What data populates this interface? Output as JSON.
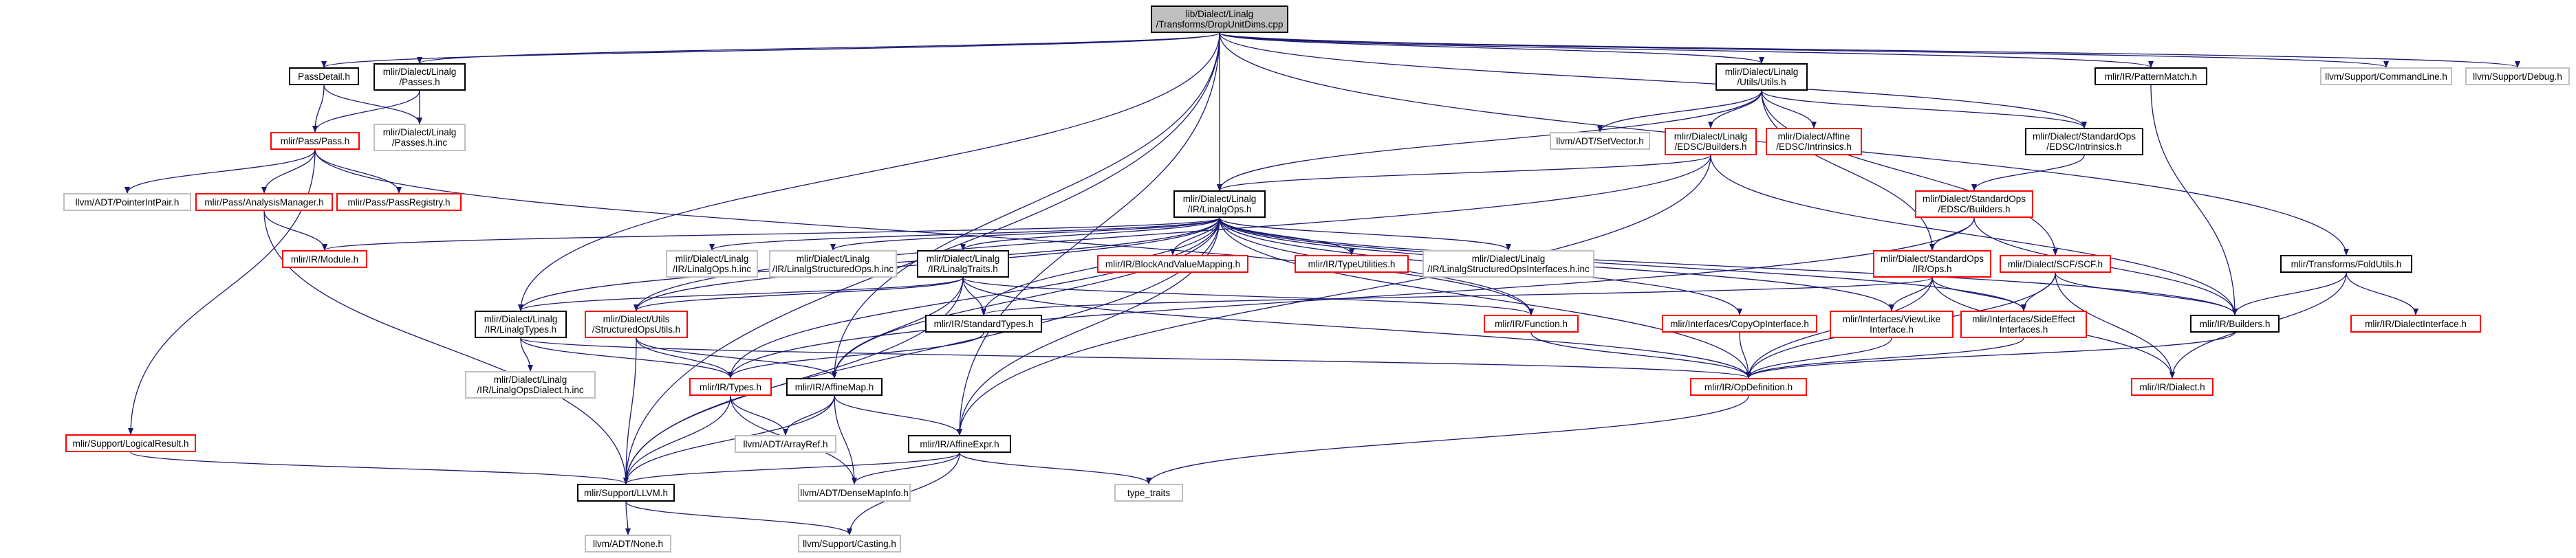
{
  "colors": {
    "edge_main": "#191970",
    "edge_red": "#ff0000",
    "edge_gray": "#bfbfbf",
    "border_normal": "#000000",
    "border_missing": "#ff0000",
    "border_external": "#bfbfbf",
    "root_fill": "#bfbfbf"
  },
  "nodes": [
    {
      "id": "root",
      "label": "lib/Dialect/Linalg\n/Transforms/DropUnitDims.cpp",
      "style": "root"
    },
    {
      "id": "passdetail",
      "label": "PassDetail.h",
      "style": "normal"
    },
    {
      "id": "linalgpasses",
      "label": "mlir/Dialect/Linalg\n/Passes.h",
      "style": "normal"
    },
    {
      "id": "passes_inc",
      "label": "mlir/Dialect/Linalg\n/Passes.h.inc",
      "style": "gray"
    },
    {
      "id": "passh",
      "label": "mlir/Pass/Pass.h",
      "style": "red"
    },
    {
      "id": "ptrint",
      "label": "llvm/ADT/PointerIntPair.h",
      "style": "gray"
    },
    {
      "id": "analysis",
      "label": "mlir/Pass/AnalysisManager.h",
      "style": "red"
    },
    {
      "id": "passreg",
      "label": "mlir/Pass/PassRegistry.h",
      "style": "red"
    },
    {
      "id": "module",
      "label": "mlir/IR/Module.h",
      "style": "red"
    },
    {
      "id": "logical",
      "label": "mlir/Support/LogicalResult.h",
      "style": "red"
    },
    {
      "id": "llvmh",
      "label": "mlir/Support/LLVM.h",
      "style": "normal"
    },
    {
      "id": "none",
      "label": "llvm/ADT/None.h",
      "style": "gray"
    },
    {
      "id": "casting",
      "label": "llvm/Support/Casting.h",
      "style": "gray"
    },
    {
      "id": "densemap",
      "label": "llvm/ADT/DenseMapInfo.h",
      "style": "gray"
    },
    {
      "id": "typetraits",
      "label": "type_traits",
      "style": "gray"
    },
    {
      "id": "linalgtypes",
      "label": "mlir/Dialect/Linalg\n/IR/LinalgTypes.h",
      "style": "normal"
    },
    {
      "id": "dialect_inc",
      "label": "mlir/Dialect/Linalg\n/IR/LinalgOpsDialect.h.inc",
      "style": "gray"
    },
    {
      "id": "linalgops_inc",
      "label": "mlir/Dialect/Linalg\n/IR/LinalgOps.h.inc",
      "style": "gray"
    },
    {
      "id": "structops_inc",
      "label": "mlir/Dialect/Linalg\n/IR/LinalgStructuredOps.h.inc",
      "style": "gray"
    },
    {
      "id": "structuredutils",
      "label": "mlir/Dialect/Utils\n/StructuredOpsUtils.h",
      "style": "red"
    },
    {
      "id": "linalgtraits",
      "label": "mlir/Dialect/Linalg\n/IR/LinalgTraits.h",
      "style": "normal"
    },
    {
      "id": "stdtypes",
      "label": "mlir/IR/StandardTypes.h",
      "style": "normal"
    },
    {
      "id": "typesh",
      "label": "mlir/IR/Types.h",
      "style": "red"
    },
    {
      "id": "affinemap",
      "label": "mlir/IR/AffineMap.h",
      "style": "normal"
    },
    {
      "id": "arrayref",
      "label": "llvm/ADT/ArrayRef.h",
      "style": "gray"
    },
    {
      "id": "affineexpr",
      "label": "mlir/IR/AffineExpr.h",
      "style": "normal"
    },
    {
      "id": "linalgopsh",
      "label": "mlir/Dialect/Linalg\n/IR/LinalgOps.h",
      "style": "normal"
    },
    {
      "id": "blockvalue",
      "label": "mlir/IR/BlockAndValueMapping.h",
      "style": "red"
    },
    {
      "id": "typeutil",
      "label": "mlir/IR/TypeUtilities.h",
      "style": "red"
    },
    {
      "id": "structifaces",
      "label": "mlir/Dialect/Linalg\n/IR/LinalgStructuredOpsInterfaces.h.inc",
      "style": "gray"
    },
    {
      "id": "functionh",
      "label": "mlir/IR/Function.h",
      "style": "red"
    },
    {
      "id": "copyop",
      "label": "mlir/Interfaces/CopyOpInterface.h",
      "style": "red"
    },
    {
      "id": "viewlike",
      "label": "mlir/Interfaces/ViewLike\nInterface.h",
      "style": "red"
    },
    {
      "id": "sideeffect",
      "label": "mlir/Interfaces/SideEffect\nInterfaces.h",
      "style": "red"
    },
    {
      "id": "opdef",
      "label": "mlir/IR/OpDefinition.h",
      "style": "red"
    },
    {
      "id": "utilsh",
      "label": "mlir/Dialect/Linalg\n/Utils/Utils.h",
      "style": "normal"
    },
    {
      "id": "setvector",
      "label": "llvm/ADT/SetVector.h",
      "style": "gray"
    },
    {
      "id": "linalgedsc",
      "label": "mlir/Dialect/Linalg\n/EDSC/Builders.h",
      "style": "red"
    },
    {
      "id": "affineedsc",
      "label": "mlir/Dialect/Affine\n/EDSC/Intrinsics.h",
      "style": "red"
    },
    {
      "id": "stdedscintr",
      "label": "mlir/Dialect/StandardOps\n/EDSC/Intrinsics.h",
      "style": "normal"
    },
    {
      "id": "stdedscbuild",
      "label": "mlir/Dialect/StandardOps\n/EDSC/Builders.h",
      "style": "red"
    },
    {
      "id": "stdops",
      "label": "mlir/Dialect/StandardOps\n/IR/Ops.h",
      "style": "red"
    },
    {
      "id": "scfh",
      "label": "mlir/Dialect/SCF/SCF.h",
      "style": "red"
    },
    {
      "id": "patternmatch",
      "label": "mlir/IR/PatternMatch.h",
      "style": "normal"
    },
    {
      "id": "buildersh",
      "label": "mlir/IR/Builders.h",
      "style": "normal"
    },
    {
      "id": "dialecth",
      "label": "mlir/IR/Dialect.h",
      "style": "red"
    },
    {
      "id": "foldutils",
      "label": "mlir/Transforms/FoldUtils.h",
      "style": "normal"
    },
    {
      "id": "dialectiface",
      "label": "mlir/IR/DialectInterface.h",
      "style": "red"
    },
    {
      "id": "cmdline",
      "label": "llvm/Support/CommandLine.h",
      "style": "gray"
    },
    {
      "id": "debugh",
      "label": "llvm/Support/Debug.h",
      "style": "gray"
    }
  ],
  "edges": [
    [
      "root",
      "passdetail"
    ],
    [
      "root",
      "linalgpasses"
    ],
    [
      "root",
      "llvmh"
    ],
    [
      "root",
      "linalgtypes"
    ],
    [
      "root",
      "affineexpr"
    ],
    [
      "root",
      "linalgopsh"
    ],
    [
      "root",
      "utilsh"
    ],
    [
      "root",
      "stdedscintr"
    ],
    [
      "root",
      "patternmatch"
    ],
    [
      "root",
      "foldutils"
    ],
    [
      "root",
      "cmdline"
    ],
    [
      "root",
      "debugh"
    ],
    [
      "root",
      "affinemap"
    ],
    [
      "passdetail",
      "passh"
    ],
    [
      "passdetail",
      "passes_inc"
    ],
    [
      "linalgpasses",
      "passh"
    ],
    [
      "linalgpasses",
      "passes_inc"
    ],
    [
      "passh",
      "ptrint"
    ],
    [
      "passh",
      "analysis"
    ],
    [
      "passh",
      "passreg"
    ],
    [
      "passh",
      "logical"
    ],
    [
      "passh",
      "functionh"
    ],
    [
      "analysis",
      "module"
    ],
    [
      "analysis",
      "llvmh"
    ],
    [
      "logical",
      "llvmh"
    ],
    [
      "llvmh",
      "none"
    ],
    [
      "llvmh",
      "casting"
    ],
    [
      "linalgtypes",
      "dialect_inc"
    ],
    [
      "linalgtypes",
      "opdef"
    ],
    [
      "linalgtypes",
      "typesh"
    ],
    [
      "structuredutils",
      "llvmh"
    ],
    [
      "structuredutils",
      "affinemap"
    ],
    [
      "structuredutils",
      "typesh"
    ],
    [
      "linalgtraits",
      "linalgtypes"
    ],
    [
      "linalgtraits",
      "structuredutils"
    ],
    [
      "linalgtraits",
      "stdtypes"
    ],
    [
      "linalgtraits",
      "affinemap"
    ],
    [
      "linalgtraits",
      "functionh"
    ],
    [
      "linalgtraits",
      "opdef"
    ],
    [
      "linalgtraits",
      "llvmh"
    ],
    [
      "stdtypes",
      "typesh"
    ],
    [
      "typesh",
      "llvmh"
    ],
    [
      "typesh",
      "arrayref"
    ],
    [
      "typesh",
      "densemap"
    ],
    [
      "affinemap",
      "affineexpr"
    ],
    [
      "affinemap",
      "arrayref"
    ],
    [
      "affinemap",
      "densemap"
    ],
    [
      "affinemap",
      "llvmh"
    ],
    [
      "affineexpr",
      "llvmh"
    ],
    [
      "affineexpr",
      "densemap"
    ],
    [
      "affineexpr",
      "casting"
    ],
    [
      "affineexpr",
      "typetraits"
    ],
    [
      "linalgopsh",
      "module"
    ],
    [
      "linalgopsh",
      "linalgtypes"
    ],
    [
      "linalgopsh",
      "linalgops_inc"
    ],
    [
      "linalgopsh",
      "structops_inc"
    ],
    [
      "linalgopsh",
      "structuredutils"
    ],
    [
      "linalgopsh",
      "linalgtraits"
    ],
    [
      "linalgopsh",
      "blockvalue"
    ],
    [
      "linalgopsh",
      "typeutil"
    ],
    [
      "linalgopsh",
      "structifaces"
    ],
    [
      "linalgopsh",
      "functionh"
    ],
    [
      "linalgopsh",
      "copyop"
    ],
    [
      "linalgopsh",
      "viewlike"
    ],
    [
      "linalgopsh",
      "sideeffect"
    ],
    [
      "linalgopsh",
      "opdef"
    ],
    [
      "linalgopsh",
      "buildersh"
    ],
    [
      "linalgopsh",
      "stdtypes"
    ],
    [
      "linalgopsh",
      "affinemap"
    ],
    [
      "linalgopsh",
      "affineexpr"
    ],
    [
      "linalgopsh",
      "llvmh"
    ],
    [
      "linalgopsh",
      "typesh"
    ],
    [
      "functionh",
      "opdef"
    ],
    [
      "copyop",
      "opdef"
    ],
    [
      "viewlike",
      "opdef"
    ],
    [
      "sideeffect",
      "opdef"
    ],
    [
      "opdef",
      "typetraits"
    ],
    [
      "utilsh",
      "setvector"
    ],
    [
      "utilsh",
      "linalgedsc"
    ],
    [
      "utilsh",
      "affineedsc"
    ],
    [
      "utilsh",
      "stdedscintr"
    ],
    [
      "utilsh",
      "stdops"
    ],
    [
      "utilsh",
      "scfh"
    ],
    [
      "utilsh",
      "linalgopsh"
    ],
    [
      "linalgedsc",
      "linalgopsh"
    ],
    [
      "linalgedsc",
      "buildersh"
    ],
    [
      "linalgedsc",
      "structuredutils"
    ],
    [
      "linalgedsc",
      "affineexpr"
    ],
    [
      "stdedscintr",
      "stdedscbuild"
    ],
    [
      "stdedscbuild",
      "stdops"
    ],
    [
      "stdedscbuild",
      "buildersh"
    ],
    [
      "stdedscbuild",
      "typesh"
    ],
    [
      "stdops",
      "stdtypes"
    ],
    [
      "stdops",
      "viewlike"
    ],
    [
      "stdops",
      "sideeffect"
    ],
    [
      "stdops",
      "dialecth"
    ],
    [
      "stdops",
      "opdef"
    ],
    [
      "scfh",
      "buildersh"
    ],
    [
      "scfh",
      "sideeffect"
    ],
    [
      "scfh",
      "dialecth"
    ],
    [
      "scfh",
      "opdef"
    ],
    [
      "patternmatch",
      "buildersh"
    ],
    [
      "buildersh",
      "opdef"
    ],
    [
      "foldutils",
      "buildersh"
    ],
    [
      "foldutils",
      "dialectiface"
    ],
    [
      "foldutils",
      "dialecth"
    ]
  ]
}
